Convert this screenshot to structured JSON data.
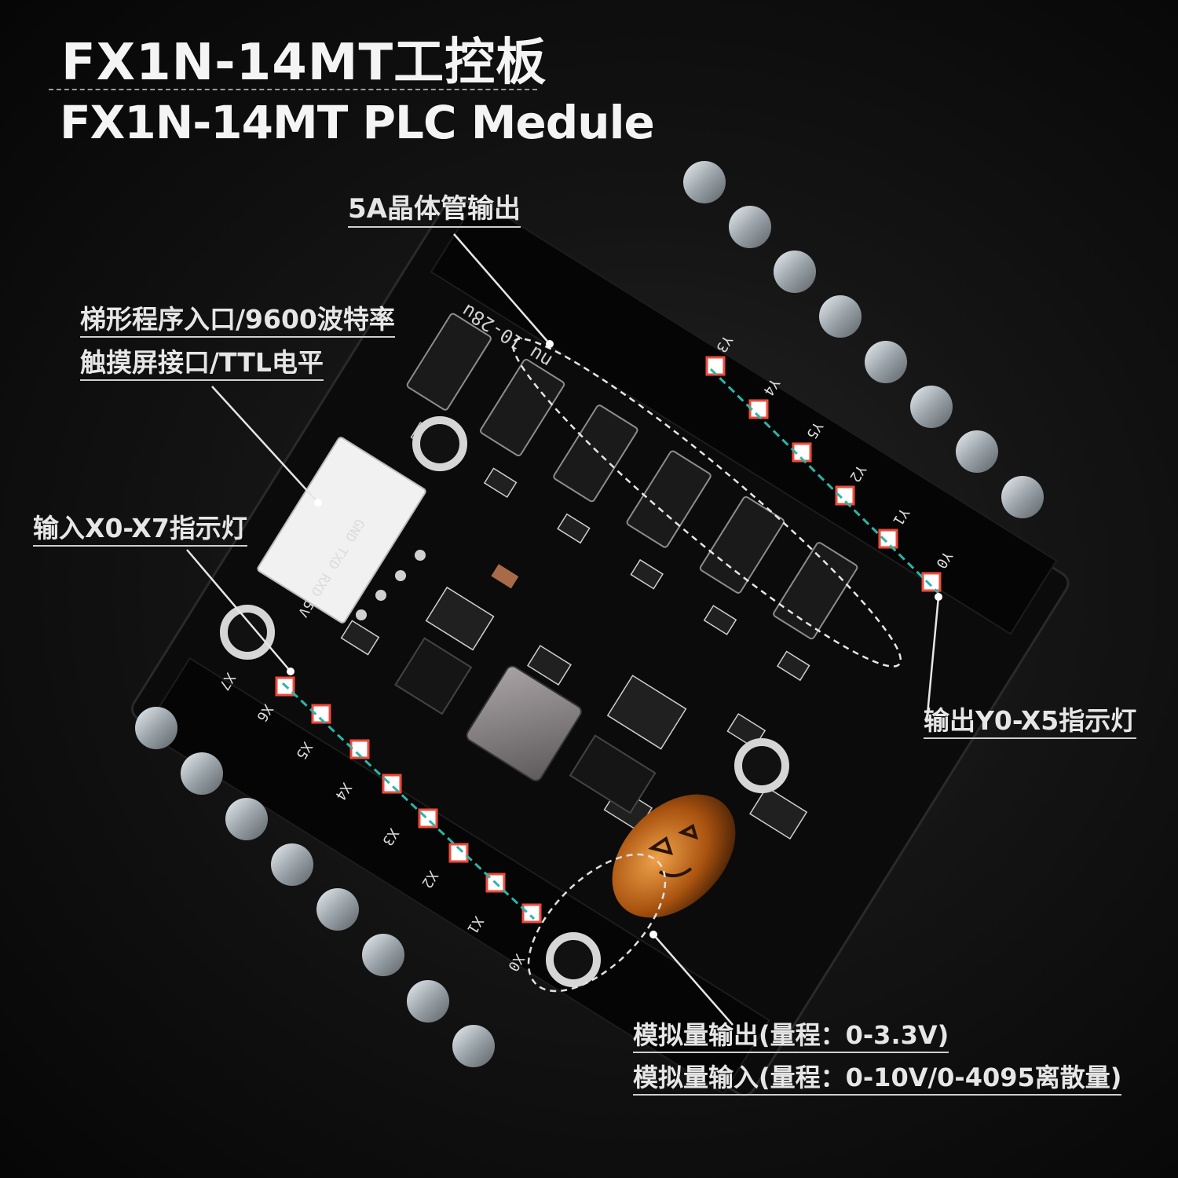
{
  "title": {
    "chinese": "FX1N-14MT工控板",
    "english": "FX1N-14MT PLC Medule"
  },
  "callouts": {
    "transistor_output": "5A晶体管输出",
    "ladder_port_line1": "梯形程序入口/9600波特率",
    "ladder_port_line2": "触摸屏接口/TTL电平",
    "input_leds": "输入X0-X7指示灯",
    "output_leds": "输出Y0-X5指示灯",
    "analog_output": "模拟量输出(量程：0-3.3V)",
    "analog_input": "模拟量输入(量程：0-10V/0-4095离散量)"
  },
  "board_silk": {
    "connector_pins": "GND TXD RXD 5V",
    "output_header": "nu 10-28u",
    "input_labels": [
      "X7",
      "X6",
      "X5",
      "X4",
      "X3",
      "X2",
      "X1",
      "X0"
    ],
    "output_labels": [
      "Y3",
      "Y4",
      "Y5",
      "Y2",
      "Y1",
      "Y0"
    ]
  },
  "colors": {
    "background": "#111111",
    "pcb": "#0b0b0b",
    "text": "#f2f2f2",
    "leader": "#2bb5a8",
    "terminal": "#8a8f93"
  }
}
